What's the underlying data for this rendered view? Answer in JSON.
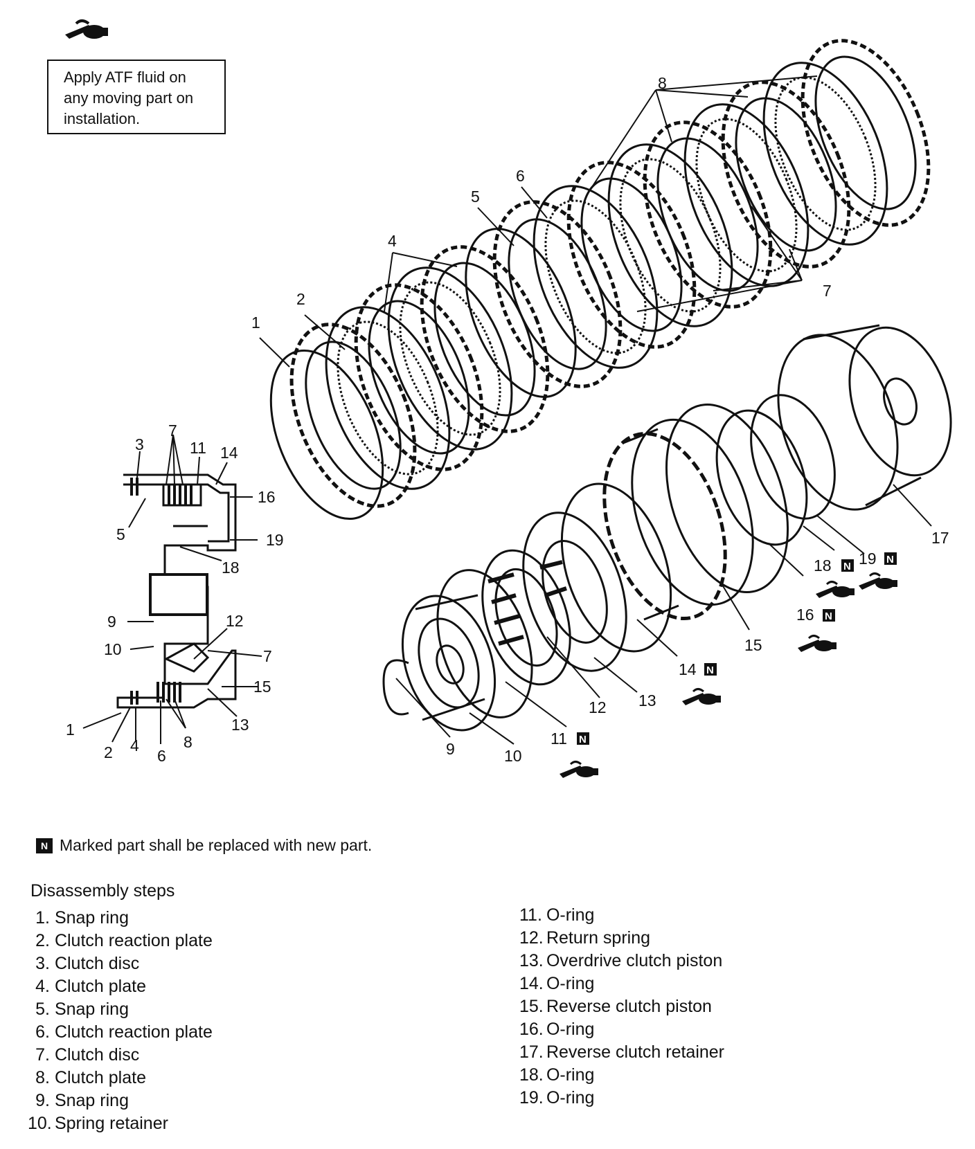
{
  "note": {
    "line1": "Apply ATF fluid on",
    "line2": "any moving part on",
    "line3": "installation."
  },
  "icons": {
    "oil_can": "oil-can-icon",
    "new_part_marker": "new-part-n-icon"
  },
  "marker_letter": "N",
  "legend_text": "Marked part shall be replaced with new part.",
  "steps_title": "Disassembly steps",
  "steps_left": [
    {
      "num": "1.",
      "text": "Snap ring"
    },
    {
      "num": "2.",
      "text": "Clutch reaction plate"
    },
    {
      "num": "3.",
      "text": "Clutch disc"
    },
    {
      "num": "4.",
      "text": "Clutch plate"
    },
    {
      "num": "5.",
      "text": "Snap ring"
    },
    {
      "num": "6.",
      "text": "Clutch reaction plate"
    },
    {
      "num": "7.",
      "text": "Clutch disc"
    },
    {
      "num": "8.",
      "text": "Clutch plate"
    },
    {
      "num": "9.",
      "text": "Snap ring"
    },
    {
      "num": "10.",
      "text": "Spring retainer"
    }
  ],
  "steps_right": [
    {
      "num": "11.",
      "text": "O-ring"
    },
    {
      "num": "12.",
      "text": "Return spring"
    },
    {
      "num": "13.",
      "text": "Overdrive clutch piston"
    },
    {
      "num": "14.",
      "text": "O-ring"
    },
    {
      "num": "15.",
      "text": "Reverse clutch piston"
    },
    {
      "num": "16.",
      "text": "O-ring"
    },
    {
      "num": "17.",
      "text": "Reverse clutch retainer"
    },
    {
      "num": "18.",
      "text": "O-ring"
    },
    {
      "num": "19.",
      "text": "O-ring"
    }
  ],
  "exploded_labels": {
    "l1": "1",
    "l2": "2",
    "l4": "4",
    "l5": "5",
    "l6": "6",
    "l7": "7",
    "l8": "8",
    "l9": "9",
    "l10": "10",
    "l11": "11",
    "l12": "12",
    "l13": "13",
    "l14": "14",
    "l15": "15",
    "l16": "16",
    "l17": "17",
    "l18": "18",
    "l19": "19"
  },
  "section_labels": {
    "s1": "1",
    "s2": "2",
    "s3": "3",
    "s4": "4",
    "s5": "5",
    "s6": "6",
    "s7a": "7",
    "s7b": "7",
    "s8": "8",
    "s9": "9",
    "s10": "10",
    "s11": "11",
    "s12": "12",
    "s13": "13",
    "s14": "14",
    "s15": "15",
    "s16": "16",
    "s18": "18",
    "s19": "19"
  }
}
